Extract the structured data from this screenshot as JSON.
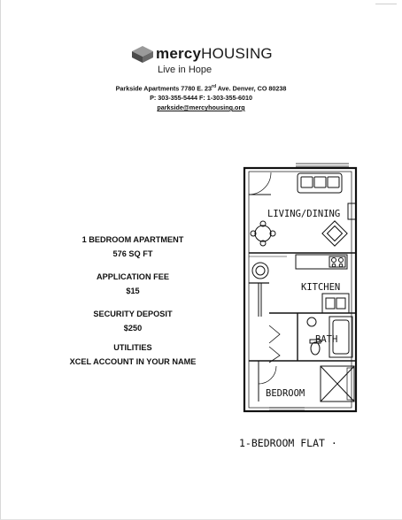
{
  "header": {
    "brand_bold": "mercy",
    "brand_regular": "HOUSING",
    "tagline": "Live in Hope",
    "logo_icon": "mercy-housing-logo-mark"
  },
  "contact": {
    "address_prefix": "Parkside Apartments 7780 E. 23",
    "address_sup": "rd",
    "address_suffix": " Ave. Denver, CO 80238",
    "phone_line": "P: 303-355-5444   F: 1-303-355-6010",
    "email": "parkside@mercyhousing.org"
  },
  "details": {
    "unit_type": "1 BEDROOM APARTMENT",
    "size": "576 SQ FT",
    "application_fee_label": "APPLICATION FEE",
    "application_fee_value": "$15",
    "security_deposit_label": "SECURITY DEPOSIT",
    "security_deposit_value": "$250",
    "utilities_label": "UTILITIES",
    "utilities_value": "XCEL ACCOUNT IN YOUR NAME"
  },
  "floor_plan": {
    "rooms": {
      "living": "LIVING/DINING",
      "kitchen": "KITCHEN",
      "bath": "BATH",
      "bedroom": "BEDROOM"
    },
    "caption": "1-BEDROOM FLAT"
  },
  "colors": {
    "logo_dark": "#4a4a4a",
    "logo_light": "#9a9a9a",
    "text": "#111111"
  }
}
